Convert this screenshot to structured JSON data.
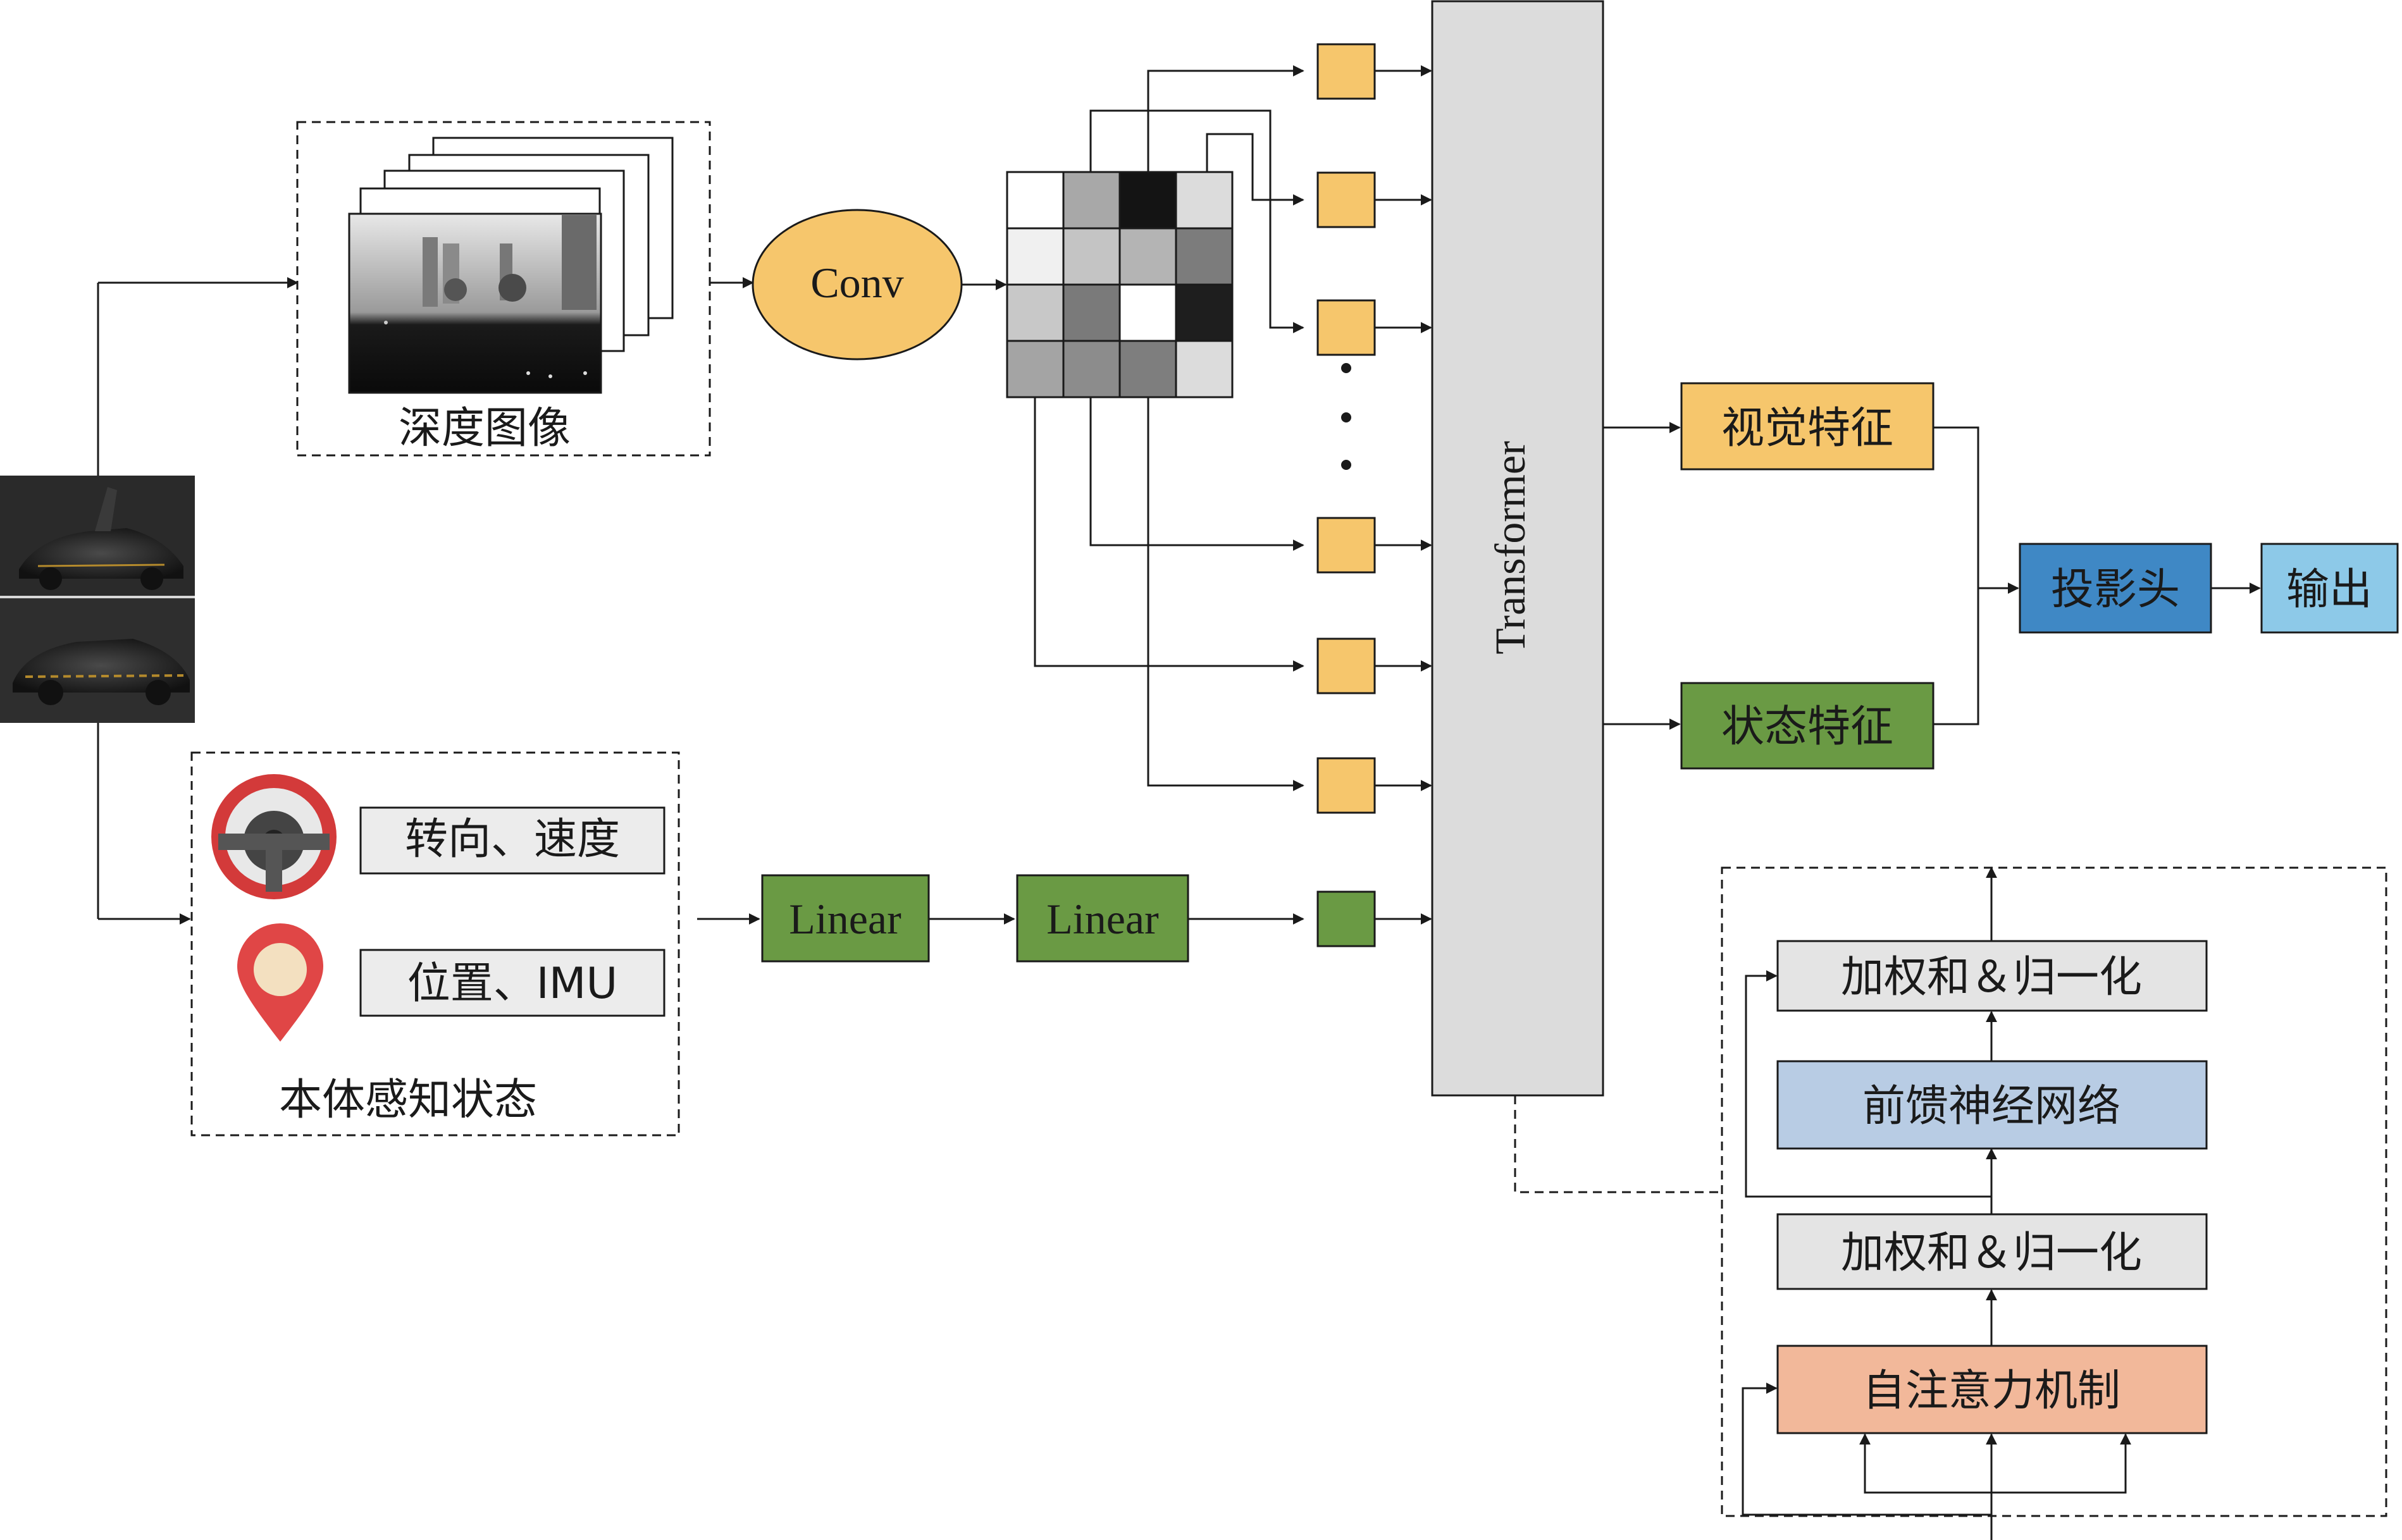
{
  "colors": {
    "yellow": "#F6C66C",
    "green": "#6A9A44",
    "blue_dark": "#3F88C5",
    "blue_light": "#8DC9E8",
    "blue_gray": "#B8CCE4",
    "gray_box": "#E4E4E4",
    "salmon": "#F2B89A",
    "transformer": "#DCDCDC",
    "stroke": "#1a1a1a"
  },
  "depth": {
    "label": "深度图像"
  },
  "conv": {
    "label": "Conv"
  },
  "proprio": {
    "label": "本体感知状态",
    "steering_label": "转向、速度",
    "position_label": "位置、IMU"
  },
  "linear": {
    "label1": "Linear",
    "label2": "Linear"
  },
  "transformer": {
    "label": "Transformer"
  },
  "features": {
    "visual": "视觉特征",
    "state": "状态特征"
  },
  "projection": {
    "label": "投影头"
  },
  "output": {
    "label": "输出"
  },
  "detail": {
    "addnorm_top": "加权和＆归一化",
    "ffn": "前馈神经网络",
    "addnorm_bottom": "加权和＆归一化",
    "self_attention": "自注意力机制"
  },
  "icons": {
    "car_photos": "car-photo-icon",
    "steering": "steering-wheel-icon",
    "location": "location-pin-icon"
  }
}
